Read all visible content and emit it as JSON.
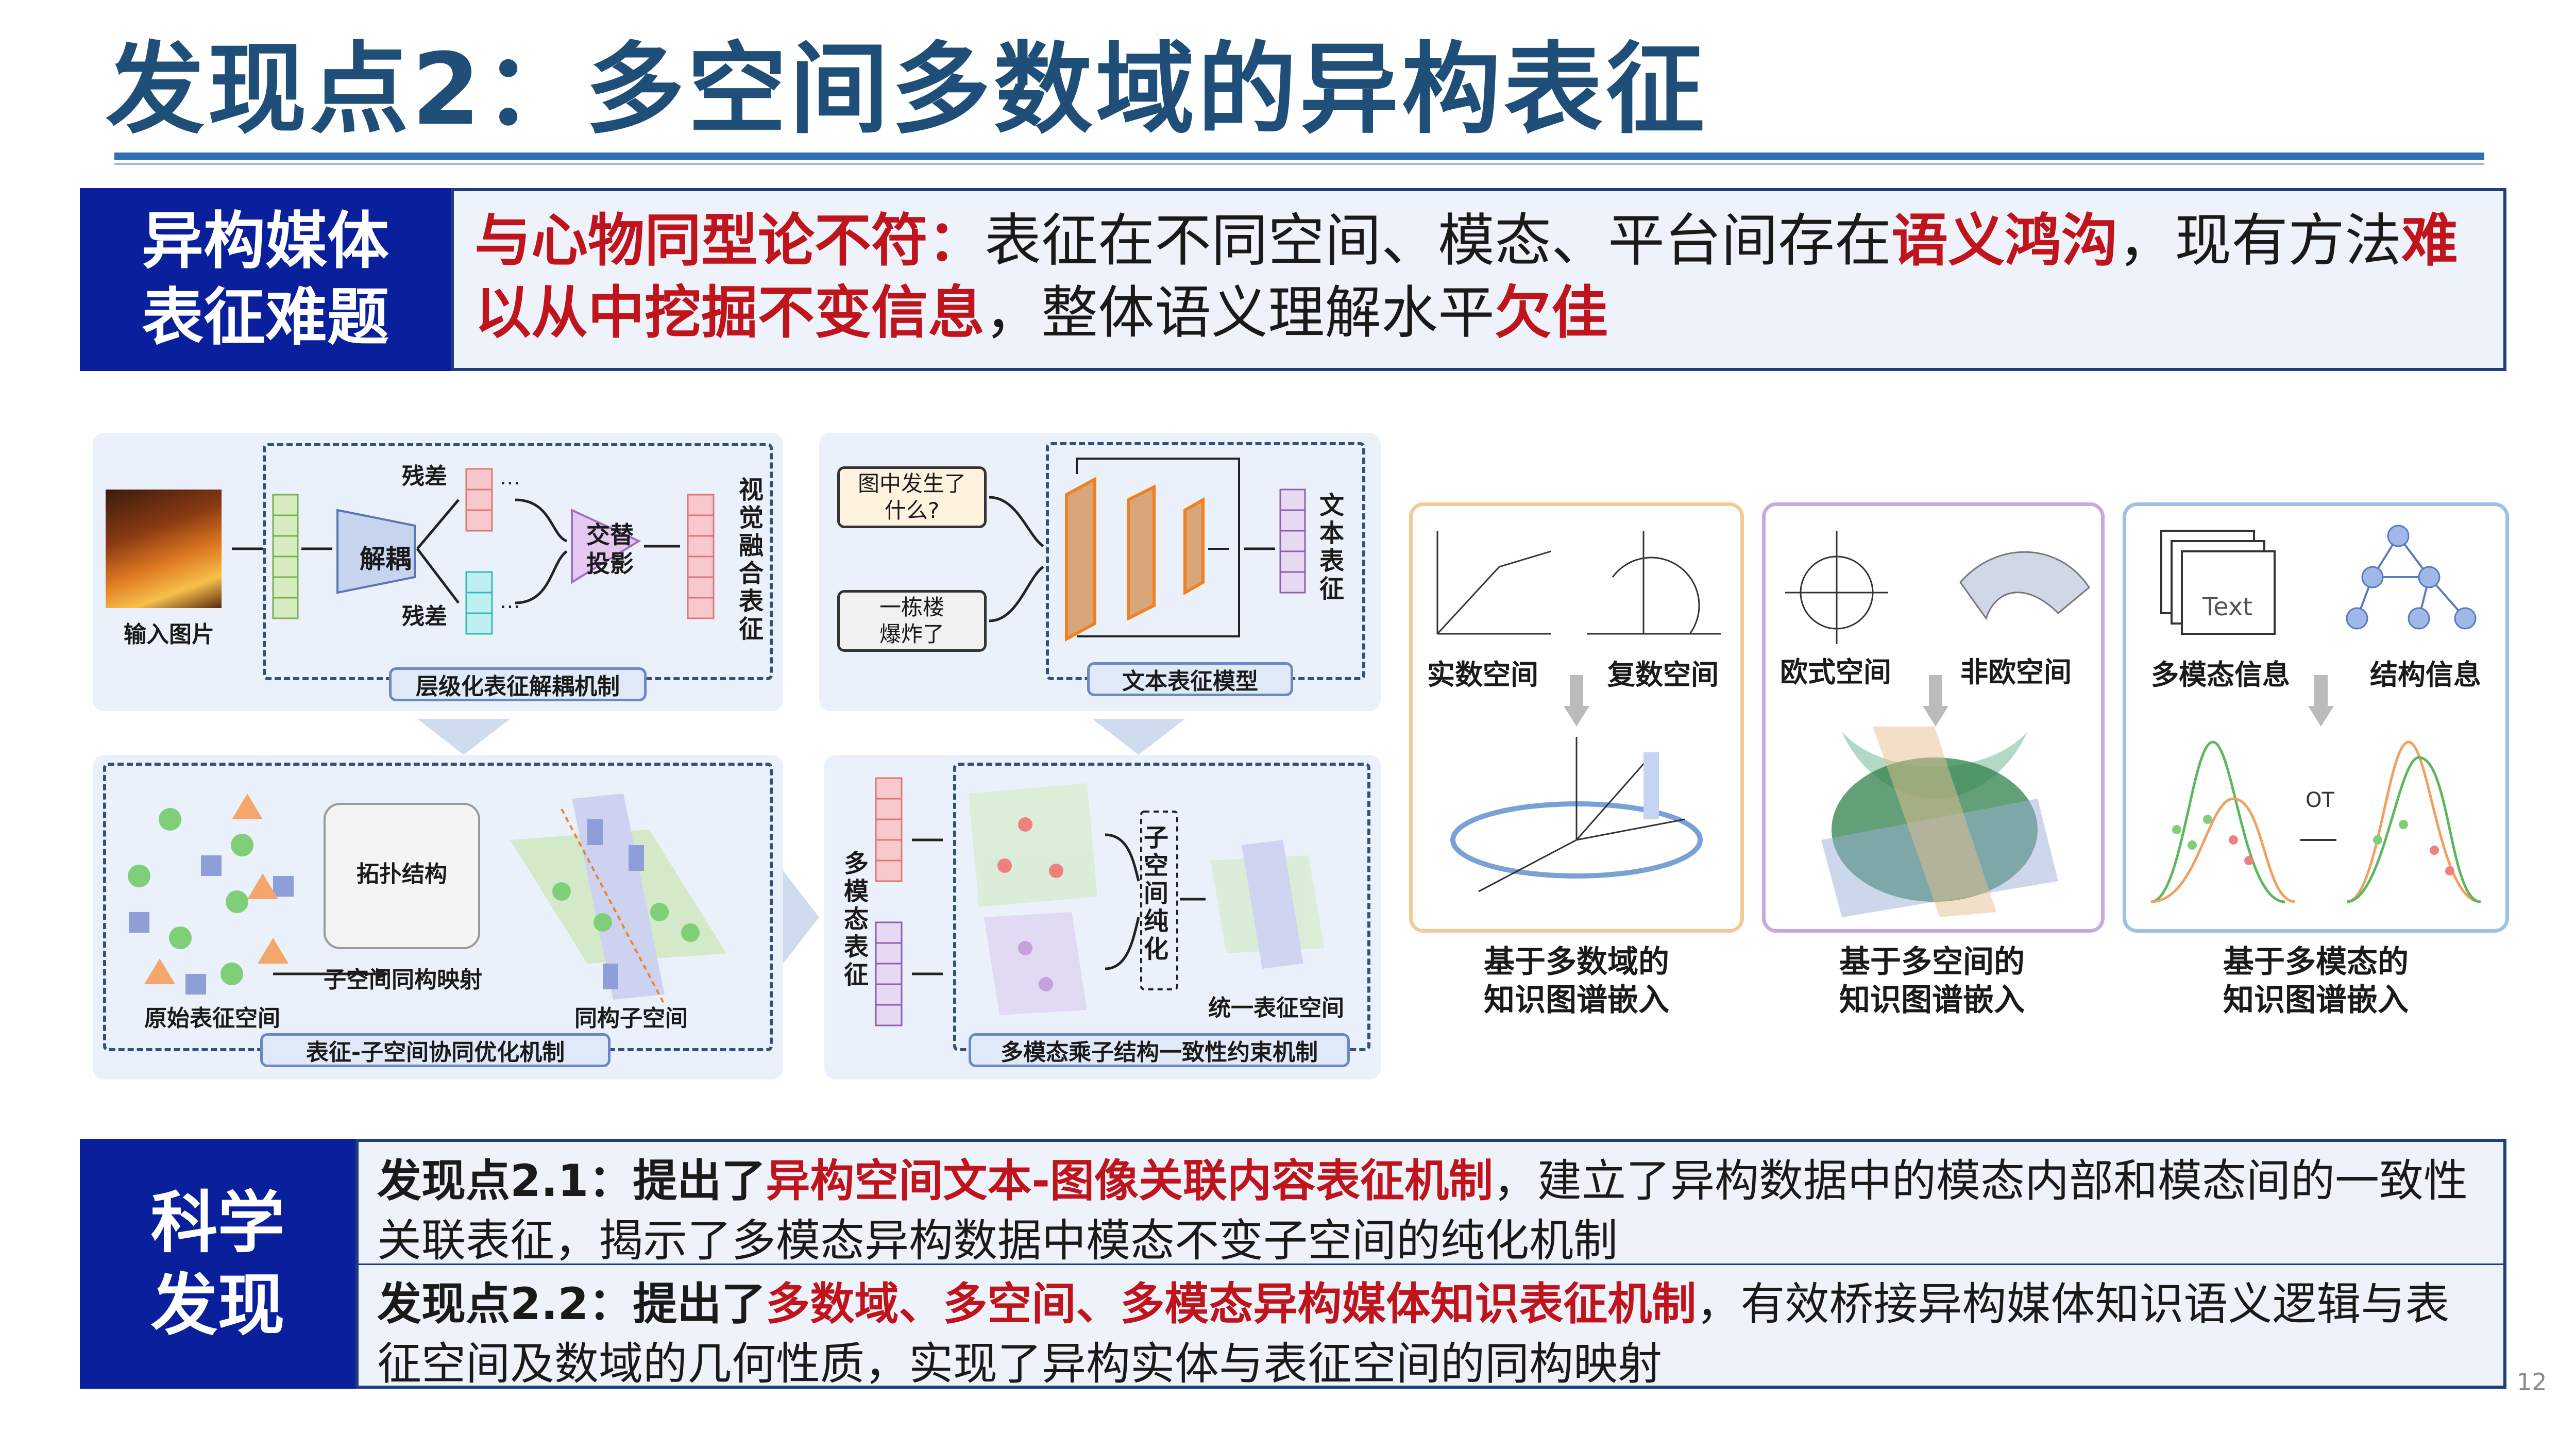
{
  "header": {
    "title": "发现点2：多空间多数域的异构表征"
  },
  "problem": {
    "label_line1": "异构媒体",
    "label_line2": "表征难题",
    "lead": "与心物同型论不符：",
    "t1": "表征在不同空间、模态、平台间存在",
    "h1": "语义鸿沟",
    "t2": "，现有方法",
    "h2": "难以从中挖掘不变信息",
    "t3": "，整体语义理解水平",
    "h3": "欠佳"
  },
  "fig1": {
    "input_label": "输入图片",
    "decouple": "解耦",
    "residual_top": "残差",
    "residual_bottom": "残差",
    "cross_proj": "交替\n投影",
    "visual_fused": "视觉融合表征",
    "caption": "层级化表征解耦机制"
  },
  "fig2": {
    "question": "图中发生了\n什么?",
    "answer": "一栋楼\n爆炸了",
    "text_repr": "文本表征",
    "caption": "文本表征模型"
  },
  "fig3": {
    "topology": "拓扑结构",
    "subspace_map": "子空间同构映射",
    "orig_space": "原始表征空间",
    "iso_subspace": "同构子空间",
    "caption": "表征-子空间协同优化机制"
  },
  "fig4": {
    "multimodal": "多模态表征",
    "purify": "子空间纯化",
    "unified": "统一表征空间",
    "caption": "多模态乘子结构一致性约束机制"
  },
  "kg1": {
    "real": "实数空间",
    "complex": "复数空间",
    "cap": "基于多数域的\n知识图谱嵌入"
  },
  "kg2": {
    "euclid": "欧式空间",
    "noneuclid": "非欧空间",
    "cap": "基于多空间的\n知识图谱嵌入"
  },
  "kg3": {
    "mm": "多模态信息",
    "struct": "结构信息",
    "ot": "OT",
    "text_word": "Text",
    "cap": "基于多模态的\n知识图谱嵌入"
  },
  "science": {
    "label_line1": "科学",
    "label_line2": "发现",
    "f1_lead": "发现点2.1：提出了",
    "f1_hl": "异构空间文本-图像关联内容表征机制",
    "f1_rest": "，建立了异构数据中的模态内部和模态间的一致性关联表征，揭示了多模态异构数据中模态不变子空间的纯化机制",
    "f2_lead": "发现点2.2：提出了",
    "f2_hl": "多数域、多空间、多模态异构媒体知识表征机制",
    "f2_rest": "，有效桥接异构媒体知识语义逻辑与表征空间及数域的几何性质，实现了异构实体与表征空间的同构映射"
  },
  "page_number": "12",
  "colors": {
    "navy": "#0a1f9c",
    "title": "#1f4e79",
    "highlight": "#c0141c"
  }
}
